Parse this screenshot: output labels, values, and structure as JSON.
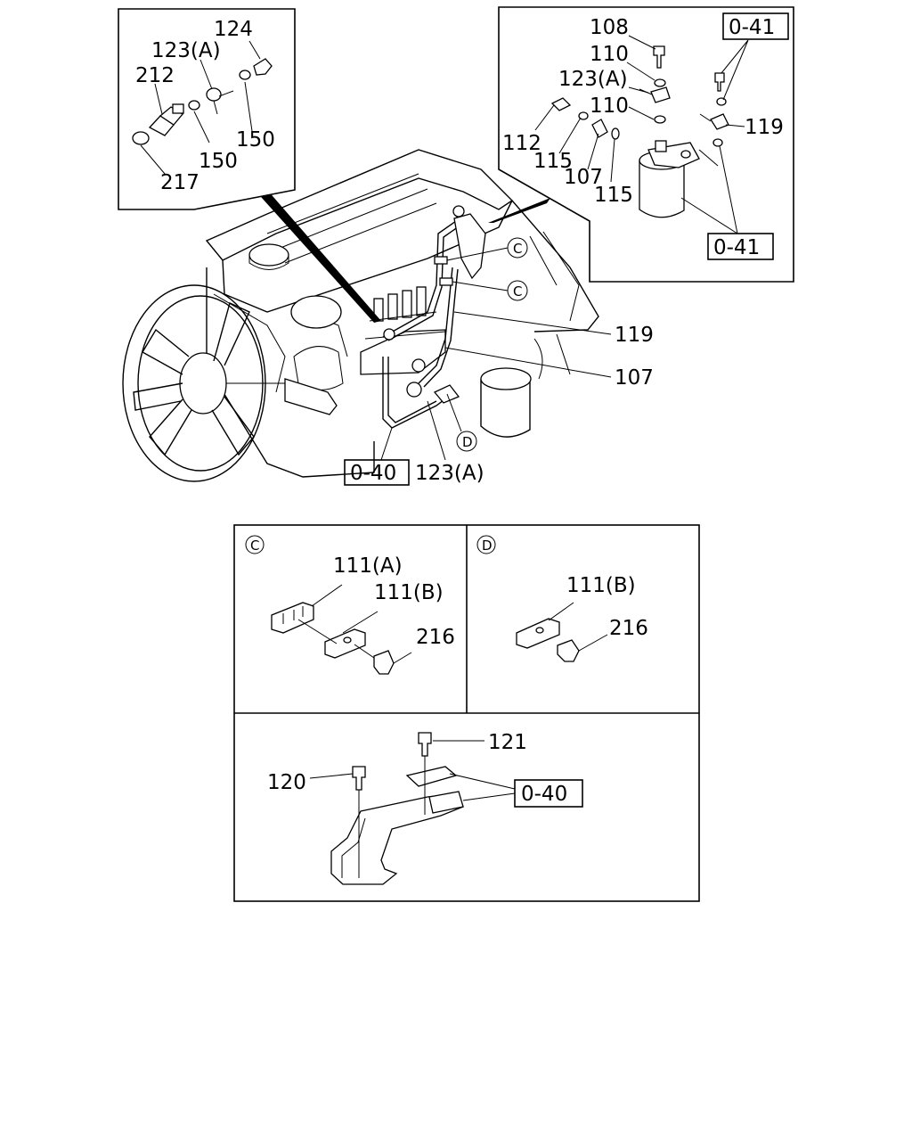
{
  "callouts": {
    "inset_ne": {
      "p108": "108",
      "p110a": "110",
      "p123a": "123(A)",
      "p110b": "110",
      "p112": "112",
      "p115a": "115",
      "p107": "107",
      "p115b": "115",
      "p119": "119",
      "ref_top": "0-41",
      "ref_bottom": "0-41"
    },
    "inset_nw": {
      "p124": "124",
      "p123a": "123(A)",
      "p212": "212",
      "p150a": "150",
      "p150b": "150",
      "p217": "217"
    },
    "engine": {
      "c1": "C",
      "c2": "C",
      "p119": "119",
      "p107": "107",
      "d": "D",
      "ref": "0-40",
      "p123a": "123(A)"
    },
    "detail_c": {
      "circle": "C",
      "p111a": "111(A)",
      "p111b": "111(B)",
      "p216": "216"
    },
    "detail_d": {
      "circle": "D",
      "p111b": "111(B)",
      "p216": "216"
    },
    "detail_bracket": {
      "p121": "121",
      "p120": "120",
      "ref": "0-40"
    }
  }
}
